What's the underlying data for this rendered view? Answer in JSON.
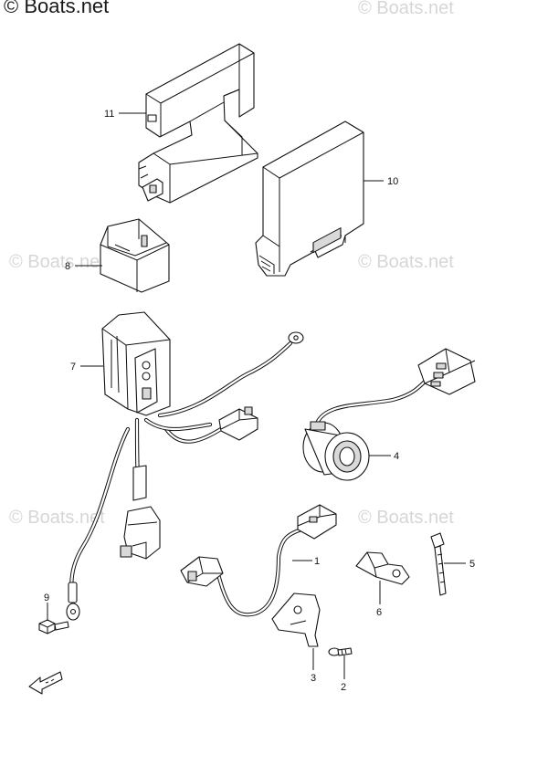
{
  "watermark": {
    "main": "© Boats.net",
    "faded": "© Boats.net"
  },
  "callouts": [
    {
      "id": "11",
      "part": "controller-case"
    },
    {
      "id": "10",
      "part": "control-unit"
    },
    {
      "id": "8",
      "part": "relay"
    },
    {
      "id": "7",
      "part": "regulator-harness"
    },
    {
      "id": "4",
      "part": "grommet-sensor"
    },
    {
      "id": "1",
      "part": "sensor-harness"
    },
    {
      "id": "5",
      "part": "cable-tie"
    },
    {
      "id": "6",
      "part": "clamp"
    },
    {
      "id": "9",
      "part": "bolt"
    },
    {
      "id": "3",
      "part": "bracket"
    },
    {
      "id": "2",
      "part": "screw"
    }
  ],
  "fwd_icon": "fwd-arrow-icon"
}
